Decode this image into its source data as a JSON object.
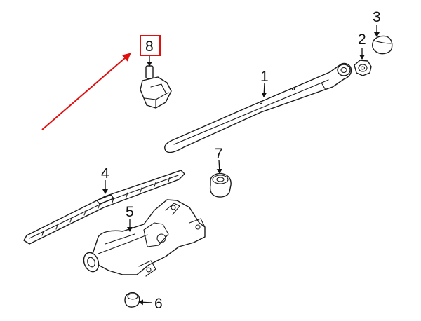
{
  "diagram": {
    "callouts": [
      {
        "id": "callout-1",
        "label": "1"
      },
      {
        "id": "callout-2",
        "label": "2"
      },
      {
        "id": "callout-3",
        "label": "3"
      },
      {
        "id": "callout-4",
        "label": "4"
      },
      {
        "id": "callout-5",
        "label": "5"
      },
      {
        "id": "callout-6",
        "label": "6"
      },
      {
        "id": "callout-7",
        "label": "7"
      },
      {
        "id": "callout-8",
        "label": "8"
      }
    ],
    "highlight": {
      "part_label": "8",
      "color": "#e01010"
    },
    "colors": {
      "line": "#1a1a1a",
      "highlight": "#e01010",
      "background": "#ffffff"
    }
  }
}
